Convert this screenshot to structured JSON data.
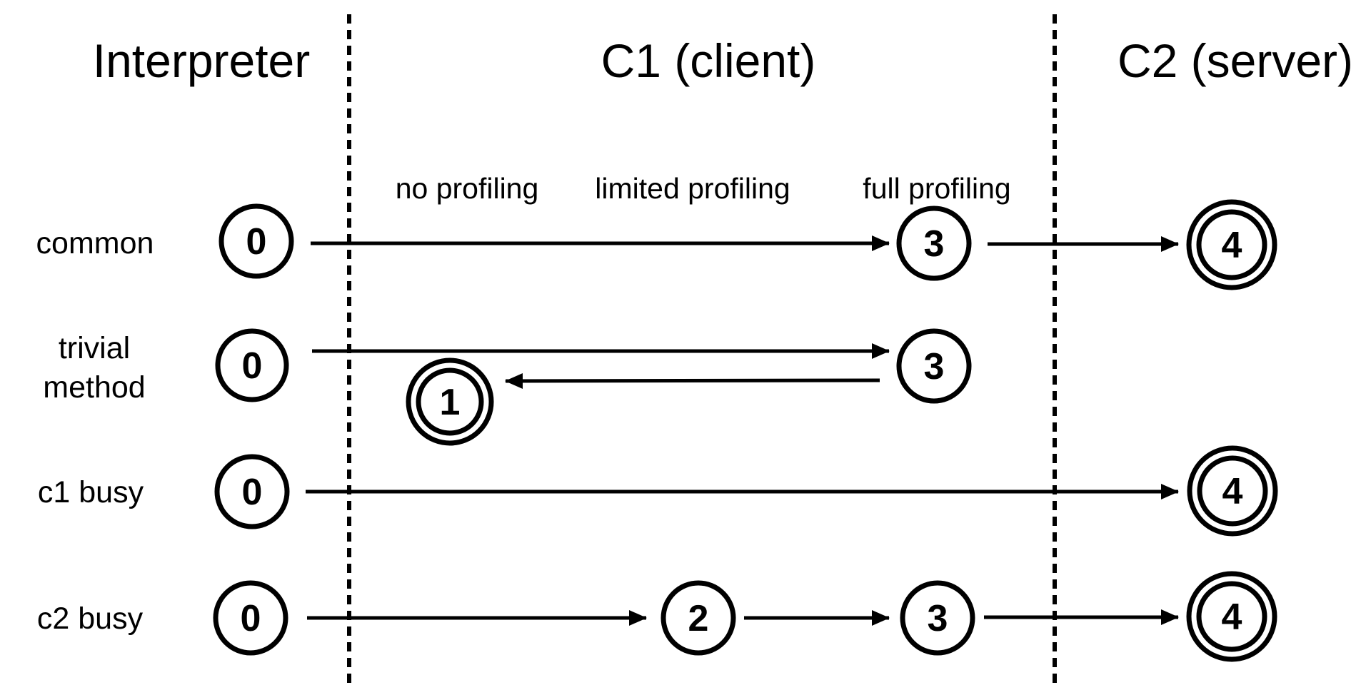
{
  "diagram": {
    "columns": [
      {
        "label": "Interpreter"
      },
      {
        "label": "C1 (client)"
      },
      {
        "label": "C2 (server)"
      }
    ],
    "c1_phases": [
      {
        "label": "no profiling"
      },
      {
        "label": "limited profiling"
      },
      {
        "label": "full profiling"
      }
    ],
    "rows": [
      {
        "label_lines": [
          "common"
        ],
        "states": [
          {
            "n": "0",
            "accepting": false
          },
          {
            "n": "3",
            "accepting": false
          },
          {
            "n": "4",
            "accepting": true
          }
        ]
      },
      {
        "label_lines": [
          "trivial",
          "method"
        ],
        "states": [
          {
            "n": "0",
            "accepting": false
          },
          {
            "n": "3",
            "accepting": false
          },
          {
            "n": "1",
            "accepting": true
          }
        ]
      },
      {
        "label_lines": [
          "c1 busy"
        ],
        "states": [
          {
            "n": "0",
            "accepting": false
          },
          {
            "n": "4",
            "accepting": true
          }
        ]
      },
      {
        "label_lines": [
          "c2 busy"
        ],
        "states": [
          {
            "n": "0",
            "accepting": false
          },
          {
            "n": "2",
            "accepting": false
          },
          {
            "n": "3",
            "accepting": false
          },
          {
            "n": "4",
            "accepting": true
          }
        ]
      }
    ]
  },
  "colors": {
    "ink": "#000000",
    "background": "#ffffff"
  }
}
